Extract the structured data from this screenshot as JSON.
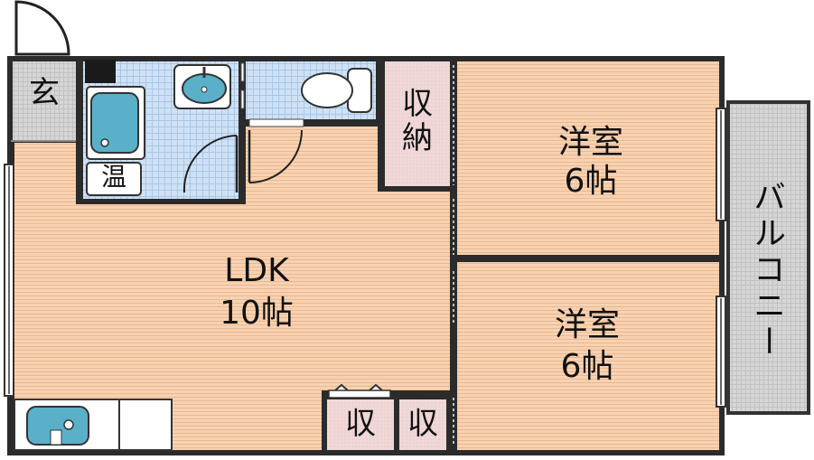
{
  "rooms": {
    "genkan": "玄",
    "water_heater": "温",
    "storage_top": "収\n納",
    "western_room_1_name": "洋室",
    "western_room_1_size": "6帖",
    "western_room_2_name": "洋室",
    "western_room_2_size": "6帖",
    "ldk_name": "LDK",
    "ldk_size": "10帖",
    "storage_small_left": "収",
    "storage_small_right": "収",
    "balcony": "バルコニー"
  },
  "colors": {
    "floor_wood": "#f7d2b2",
    "floor_wood_line": "#edbb95",
    "wet_area_tile": "#cfe1f5",
    "tile_grid": "#a9c6e6",
    "fixture_blue": "#5ab0c9",
    "storage_pink": "#f0d8d8",
    "entry_gray": "#d6d6d6",
    "balcony_gray": "#d3d3d3",
    "wall": "#2b2b2b"
  }
}
